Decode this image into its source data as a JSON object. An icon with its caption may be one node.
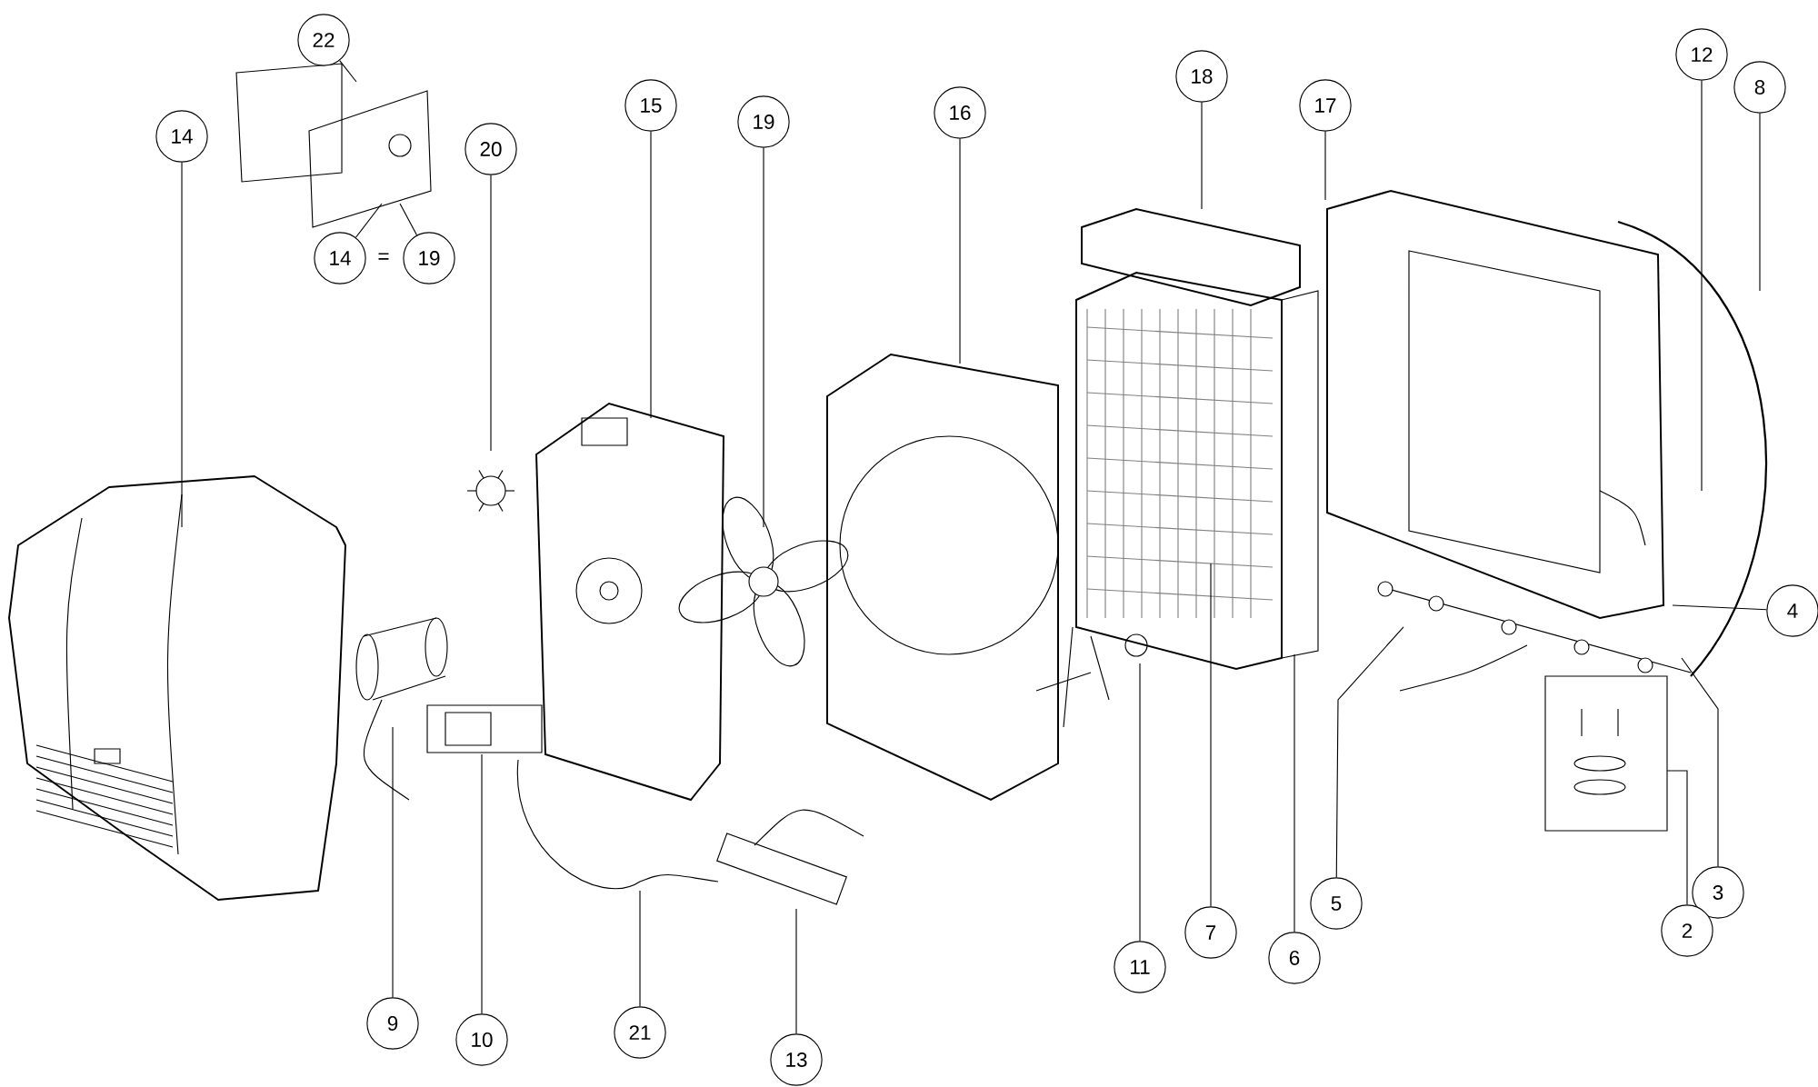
{
  "diagram": {
    "nodes": [
      {
        "text": [
          "22"
        ]
      },
      {
        "text": [
          "12"
        ]
      },
      {
        "text": [
          "18"
        ]
      },
      {
        "text": [
          "8"
        ]
      },
      {
        "text": [
          "15"
        ]
      },
      {
        "text": [
          "17"
        ]
      },
      {
        "text": [
          "16"
        ]
      },
      {
        "text": [
          "19"
        ]
      },
      {
        "text": [
          "14"
        ]
      },
      {
        "text": [
          "20"
        ]
      },
      {
        "text": [
          "14"
        ]
      },
      {
        "text": [
          "19"
        ]
      },
      {
        "text": [
          "4"
        ]
      },
      {
        "text": [
          "3"
        ]
      },
      {
        "text": [
          "5"
        ]
      },
      {
        "text": [
          "2"
        ]
      },
      {
        "text": [
          "7"
        ]
      },
      {
        "text": [
          "6"
        ]
      },
      {
        "text": [
          "11"
        ]
      },
      {
        "text": [
          "9"
        ]
      },
      {
        "text": [
          "21"
        ]
      },
      {
        "text": [
          "10"
        ]
      },
      {
        "text": [
          "13"
        ]
      }
    ],
    "edges": [
      {
        "from": 0,
        "to": null,
        "arrow": "none"
      },
      {
        "from": 1,
        "to": null,
        "arrow": "none"
      },
      {
        "from": 2,
        "to": null,
        "arrow": "none"
      },
      {
        "from": 3,
        "to": null,
        "arrow": "none"
      },
      {
        "from": 4,
        "to": null,
        "arrow": "none"
      },
      {
        "from": 5,
        "to": null,
        "arrow": "none"
      },
      {
        "from": 6,
        "to": null,
        "arrow": "none"
      },
      {
        "from": 7,
        "to": null,
        "arrow": "none"
      },
      {
        "from": 8,
        "to": null,
        "arrow": "none"
      },
      {
        "from": 9,
        "to": null,
        "arrow": "none"
      },
      {
        "from": 10,
        "to": null,
        "arrow": "none"
      },
      {
        "from": 11,
        "to": null,
        "arrow": "none"
      },
      {
        "from": 12,
        "to": null,
        "arrow": "none"
      },
      {
        "from": 13,
        "to": null,
        "arrow": "none"
      },
      {
        "from": 14,
        "to": null,
        "arrow": "none"
      },
      {
        "from": 15,
        "to": null,
        "arrow": "none"
      },
      {
        "from": 16,
        "to": null,
        "arrow": "none"
      },
      {
        "from": 17,
        "to": null,
        "arrow": "none"
      },
      {
        "from": 18,
        "to": null,
        "arrow": "none"
      },
      {
        "from": 19,
        "to": null,
        "arrow": "none"
      },
      {
        "from": 20,
        "to": null,
        "arrow": "none"
      },
      {
        "from": 21,
        "to": null,
        "arrow": "none"
      },
      {
        "from": 22,
        "to": null,
        "arrow": "none"
      }
    ],
    "labels": [
      "="
    ]
  }
}
